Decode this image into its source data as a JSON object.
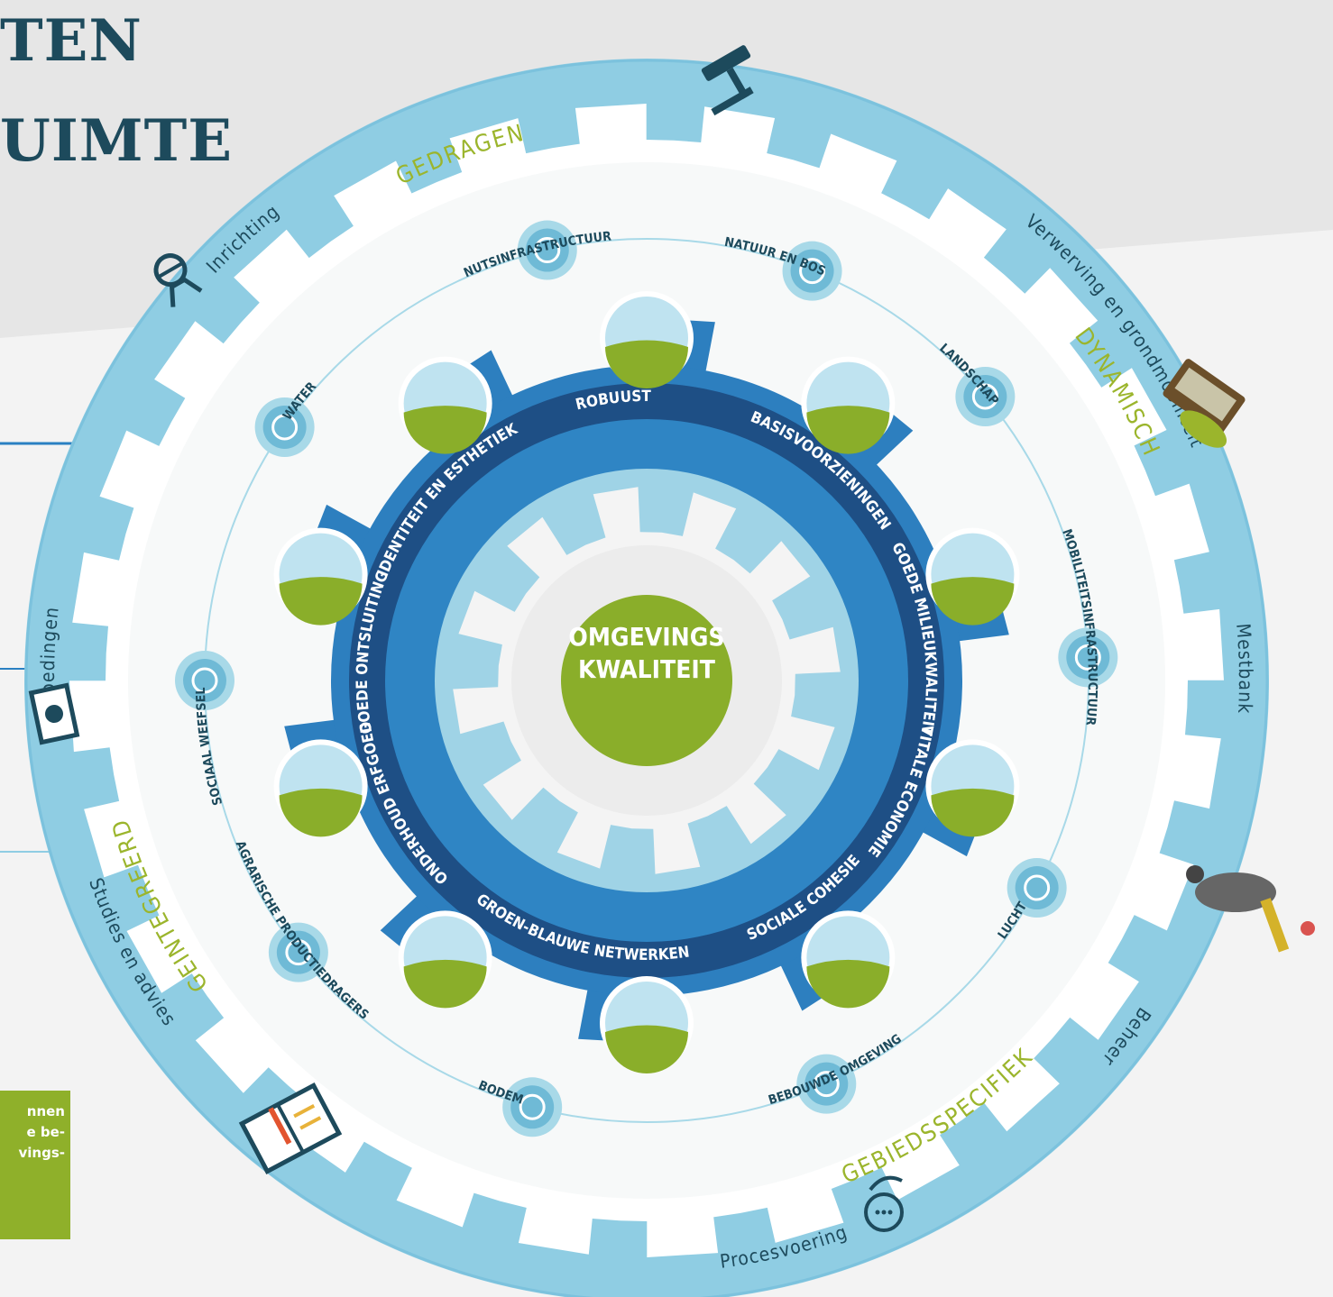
{
  "heading": {
    "line1": "TEN",
    "line2": "UIMTE"
  },
  "center": {
    "line1": "OMGEVINGS",
    "line2": "KWALITEIT"
  },
  "outer_ring": [
    {
      "label": "Verwerving en grondmobiliteit",
      "icon": "gavel-icon"
    },
    {
      "label": "Mestbank",
      "icon": "keyboard-icon"
    },
    {
      "label": "Beheer",
      "icon": "farmer-icon"
    },
    {
      "label": "Procesvoering",
      "icon": "speech-bubble-icon"
    },
    {
      "label": "Studies en advies",
      "icon": "book-icon"
    },
    {
      "label": "Vergoedingen",
      "icon": "money-icon"
    },
    {
      "label": "Inrichting",
      "icon": "worker-icon"
    }
  ],
  "qualities": [
    "GEDRAGEN",
    "DYNAMISCH",
    "GEBIEDSSPECIFIEK",
    "GEINTEGREERD"
  ],
  "themes": [
    "NUTSINFRASTRUCTUUR",
    "NATUUR EN BOS",
    "LANDSCHAP",
    "MOBILITEITSINFRASTRUCTUUR",
    "LUCHT",
    "BEBOUWDE OMGEVING",
    "BODEM",
    "AGRARISCHE PRODUCTIEDRAGERS",
    "SOCIAAL WEEFSEL",
    "WATER"
  ],
  "inner_ring": [
    "ROBUUSTE OPEN RUIMTE",
    "BASISVOORZIENINGEN",
    "GOEDE MILIEUKWALITEIT",
    "VITALE ECONOMIE",
    "SOCIALE COHESIE",
    "GROEN-BLAUWE NETWERKEN",
    "ONDERHOUD ERFGOED",
    "GOEDE ONTSLUITING",
    "IDENTITEIT EN ESTHETIEK"
  ],
  "note": {
    "line1": "nnen",
    "line2": "e be-",
    "line3": "vings-"
  },
  "colors": {
    "outer": "#8fcde3",
    "gear_white": "#ffffff",
    "ring_blue": "#2d7fbf",
    "dark_band": "#1e4f85",
    "center_green": "#8aae2a",
    "heading": "#1d4a5c",
    "quality_green": "#9bb52c"
  }
}
